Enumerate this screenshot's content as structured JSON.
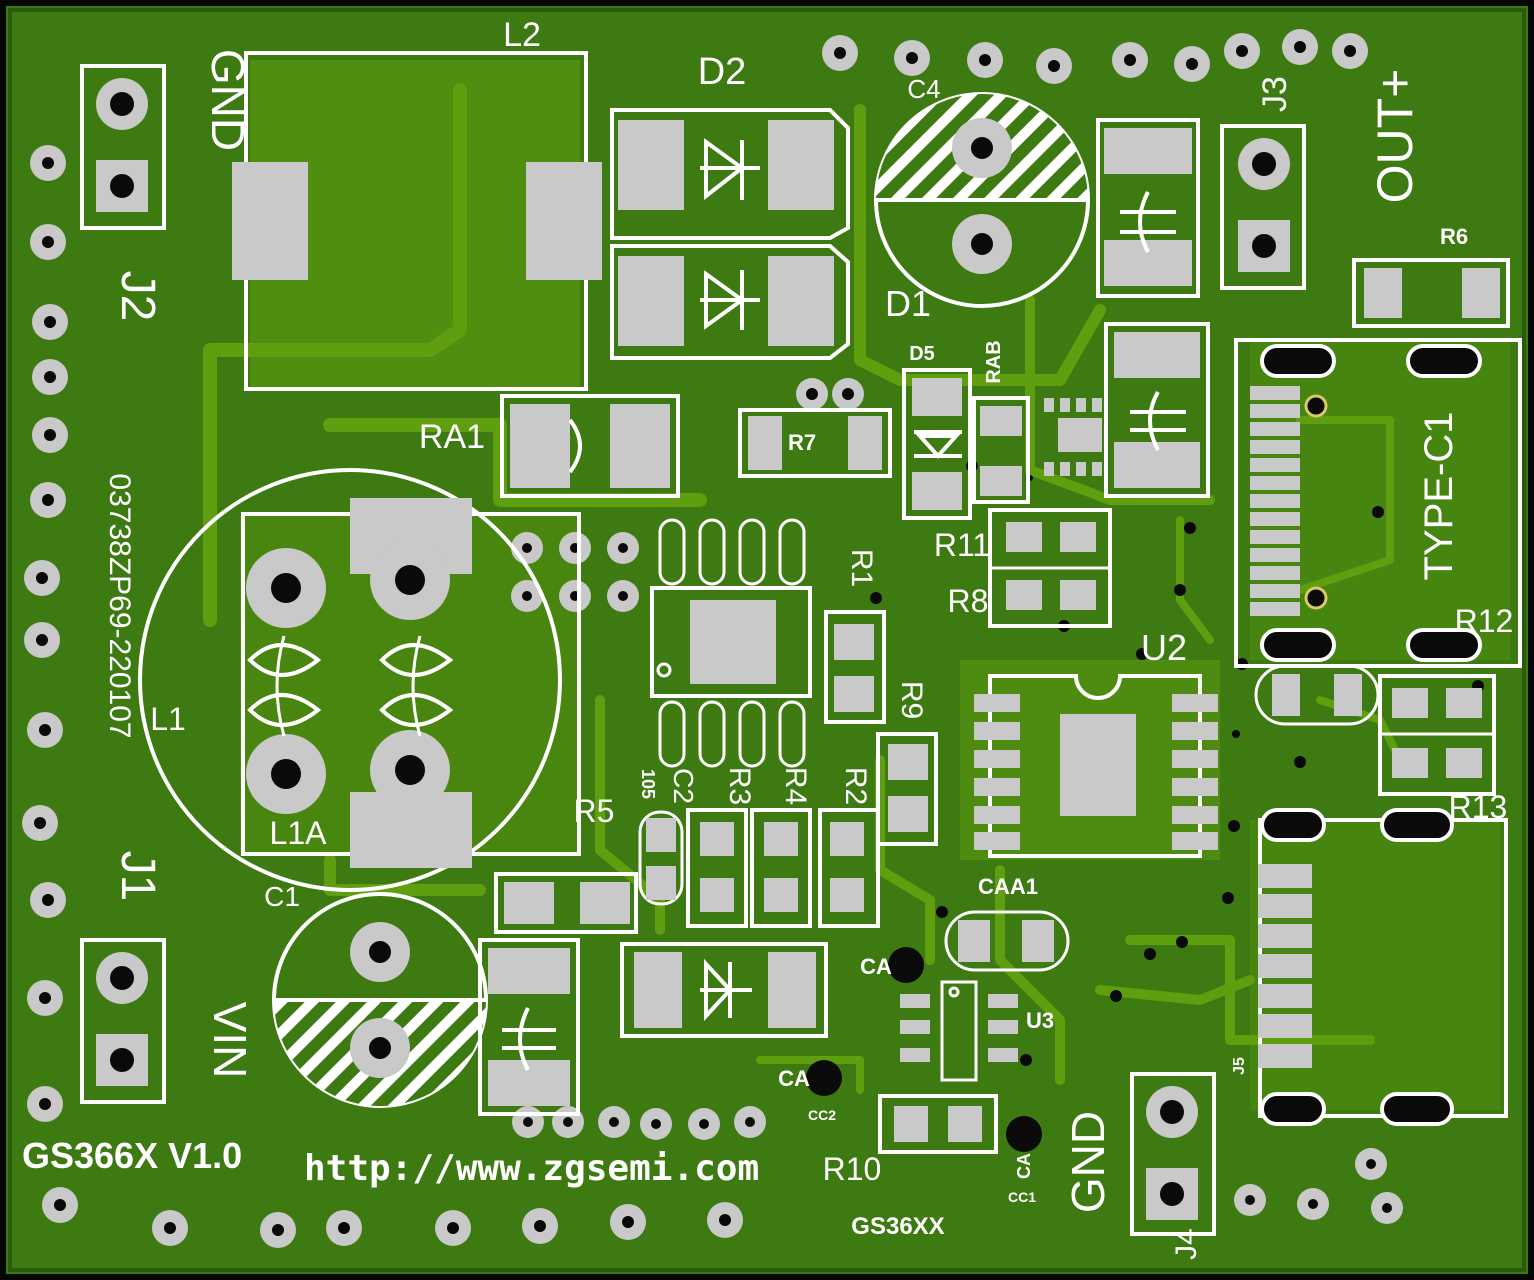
{
  "board": {
    "brand_label": "GS366X  V1.0",
    "url_label": "http://www.zgsemi.com",
    "part_label": "GS36XX",
    "serial_label": "03738ZP69-220107",
    "connector_labels": {
      "gnd_top": "GND",
      "j2": "J2",
      "j1": "J1",
      "vin": "VIN",
      "j3": "J3",
      "out_plus": "OUT+",
      "j4": "J4",
      "gnd_bottom": "GND",
      "j5": "J5",
      "type_c": "TYPE-C1"
    },
    "component_labels": {
      "l2": "L2",
      "d2": "D2",
      "c4": "C4",
      "d1": "D1",
      "r6": "R6",
      "d5": "D5",
      "rab": "RAB",
      "ra1": "RA1",
      "r7": "R7",
      "r11": "R11",
      "r8": "R8",
      "r1": "R1",
      "u2": "U2",
      "r12": "R12",
      "l1": "L1",
      "l1a": "L1A",
      "r9": "R9",
      "c2": "C2",
      "c2_value": "105",
      "r3": "R3",
      "r4": "R4",
      "r2": "R2",
      "r5": "R5",
      "r13": "R13",
      "c1": "C1",
      "caa1": "CAA1",
      "ca_a": "CA",
      "u3": "U3",
      "ca_b": "CA",
      "cc2": "CC2",
      "r10": "R10",
      "ca_c": "CA",
      "cc1": "CC1"
    },
    "colors": {
      "substrate": "#3e7a12",
      "copper": "#5e9e0f",
      "silkscreen": "#ffffff",
      "pad": "#c9c9c9",
      "hole": "#0a0a0a"
    }
  }
}
